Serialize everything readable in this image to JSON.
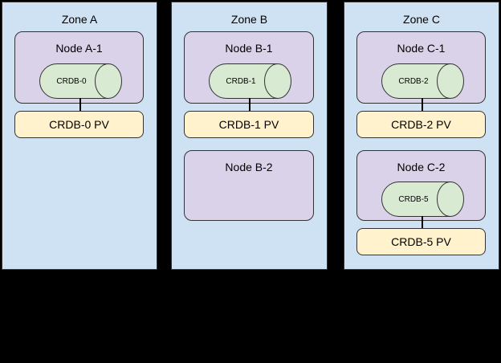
{
  "diagram": {
    "zones": [
      {
        "title": "Zone A",
        "nodes": [
          {
            "label": "Node A-1",
            "db": "CRDB-0",
            "pv": "CRDB-0 PV"
          }
        ]
      },
      {
        "title": "Zone B",
        "nodes": [
          {
            "label": "Node B-1",
            "db": "CRDB-1",
            "pv": "CRDB-1 PV"
          },
          {
            "label": "Node B-2"
          }
        ]
      },
      {
        "title": "Zone C",
        "nodes": [
          {
            "label": "Node C-1",
            "db": "CRDB-2",
            "pv": "CRDB-2 PV"
          },
          {
            "label": "Node C-2",
            "db": "CRDB-5",
            "pv": "CRDB-5 PV"
          }
        ]
      }
    ],
    "colors": {
      "background": "#000000",
      "zone_fill": "#cfe2f3",
      "node_fill": "#d9d2e9",
      "database_fill": "#d9ead3",
      "pv_fill": "#fff2cc",
      "stroke": "#333333"
    }
  }
}
